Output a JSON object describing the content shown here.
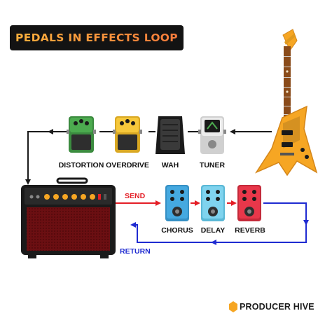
{
  "title": "PEDALS IN EFFECTS LOOP",
  "front_chain": [
    {
      "label": "DISTORTION",
      "color": "#4cab4f"
    },
    {
      "label": "OVERDRIVE",
      "color": "#f6c83b"
    },
    {
      "label": "WAH",
      "color": "#2b2b2b"
    },
    {
      "label": "TUNER",
      "color": "#ececec"
    }
  ],
  "loop_chain": [
    {
      "label": "CHORUS",
      "color": "#45a9e0"
    },
    {
      "label": "DELAY",
      "color": "#7fd3ee"
    },
    {
      "label": "REVERB",
      "color": "#e8374a"
    }
  ],
  "signals": {
    "send": {
      "label": "SEND",
      "color": "#e41e26"
    },
    "return": {
      "label": "RETURN",
      "color": "#1f2bd1"
    }
  },
  "brand": {
    "name": "PRODUCER HIVE",
    "accent": "#f6a623"
  },
  "colors": {
    "guitar": "#f6a623",
    "amp_grille": "#6b0f12",
    "amp_body": "#1a1a1a",
    "wire": "#1a1a1a"
  }
}
